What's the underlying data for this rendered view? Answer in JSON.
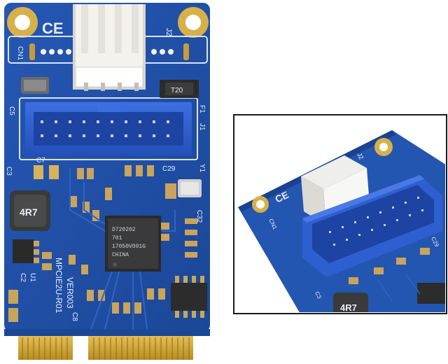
{
  "colors": {
    "pcb_blue": "#1f4fa8",
    "pcb_blue_dark": "#173f8a",
    "connector_blue": "#2e5fd0",
    "gold": "#d4a93a",
    "fan_header": "#f2f2ee"
  },
  "board": {
    "ce_mark": "CE",
    "label_j2": "J2",
    "label_cn1": "CN1",
    "label_c5": "C5",
    "label_j1": "J1",
    "label_f1": "F1",
    "label_c3": "C3",
    "label_c7": "C7",
    "label_c29": "C29",
    "label_y1": "Y1",
    "inductor_text": "4R7",
    "fuse_text": "T20",
    "chip_line1": "D720202",
    "chip_line2": "701",
    "chip_line3": "17050V001G",
    "chip_line4": "CHINA",
    "part_number": "MPCIE2U-R01",
    "version": "VER003",
    "label_c8": "C8",
    "label_c32": "C32",
    "label_c2": "C2",
    "label_u1": "U1"
  },
  "inset": {
    "ce_mark": "CE",
    "label_j2": "J2",
    "label_cn1": "CN1",
    "label_c3": "C3",
    "label_c29": "C29",
    "inductor_text": "4R7"
  }
}
